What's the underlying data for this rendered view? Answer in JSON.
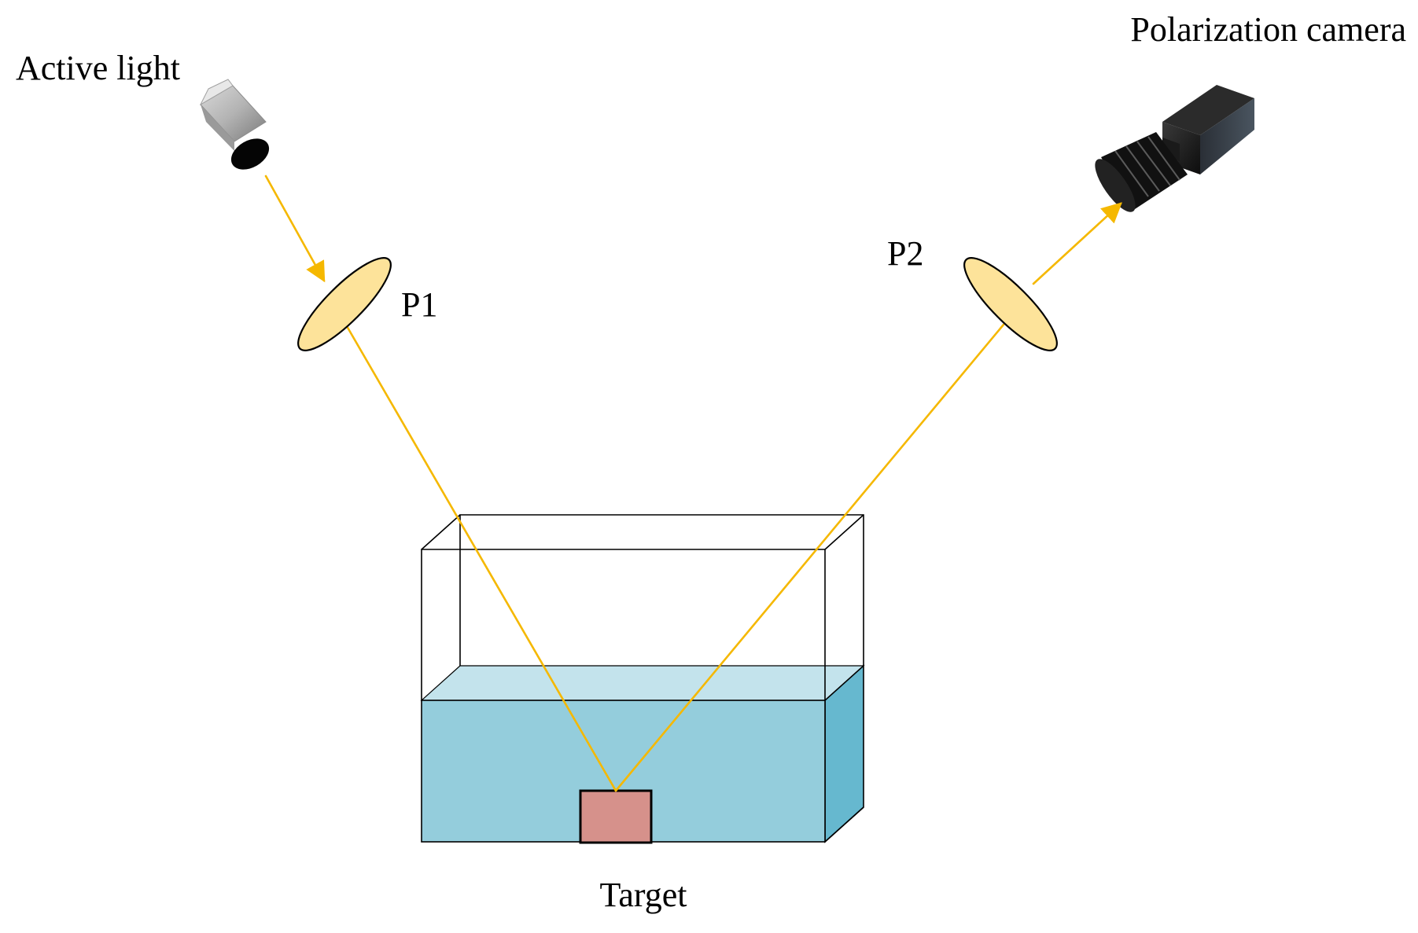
{
  "labels": {
    "active_light": "Active light",
    "polarization_camera": "Polarization camera",
    "polarizer_1": "P1",
    "polarizer_2": "P2",
    "target": "Target"
  },
  "colors": {
    "beam": "#f5b800",
    "polarizer_fill": "#fde39a",
    "water_front": "#94cddc",
    "water_top": "#c3e3ec",
    "water_side": "#66b8cf",
    "target_fill": "#d6918b",
    "outline": "#000000"
  },
  "icons": {
    "light_source": "lamp-icon",
    "camera": "camera-icon"
  }
}
